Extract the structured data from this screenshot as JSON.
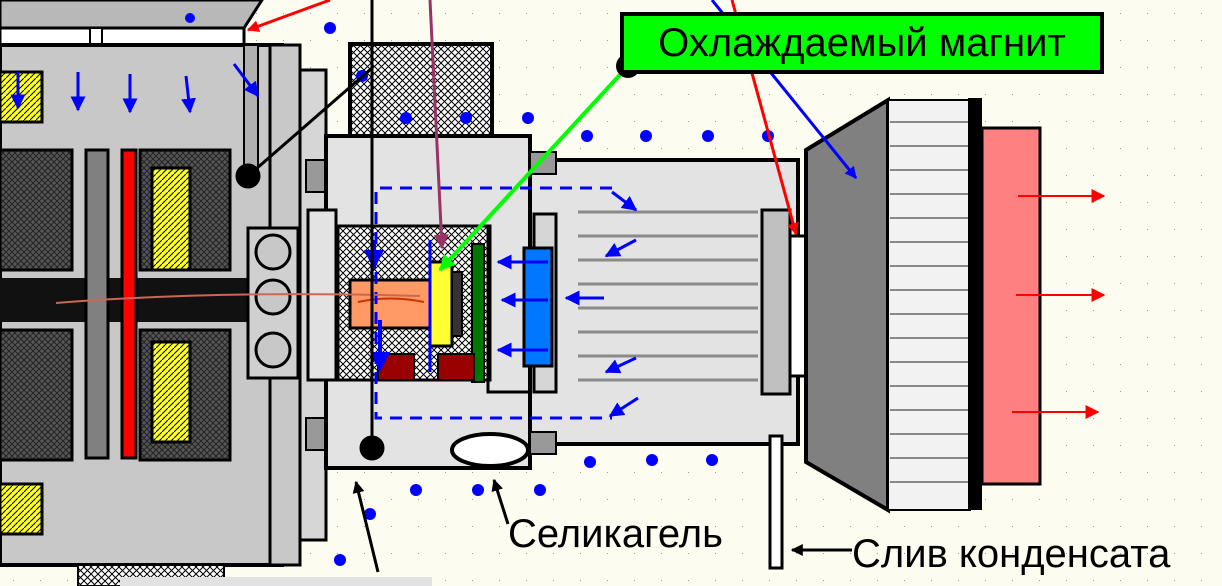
{
  "labels": {
    "magnet": "Охлаждаемый магнит",
    "silica_gel": "Селикагель",
    "condensate_drain": "Слив конденсата"
  },
  "colors": {
    "background": "#fdfcf0",
    "magnet_label_bg": "#00ff00",
    "housing": "#c8c8c8",
    "chamber": "#e3e3e3",
    "dark_gray": "#808080",
    "yellow": "#ffff33",
    "red": "#ff0000",
    "orange": "#ff9966",
    "blue_plate": "#0077ff",
    "dark_red": "#990000",
    "pink": "#ff8080",
    "green_plate": "#007700",
    "blue_arrow": "#0000ff",
    "magenta_arrow": "#993366"
  }
}
